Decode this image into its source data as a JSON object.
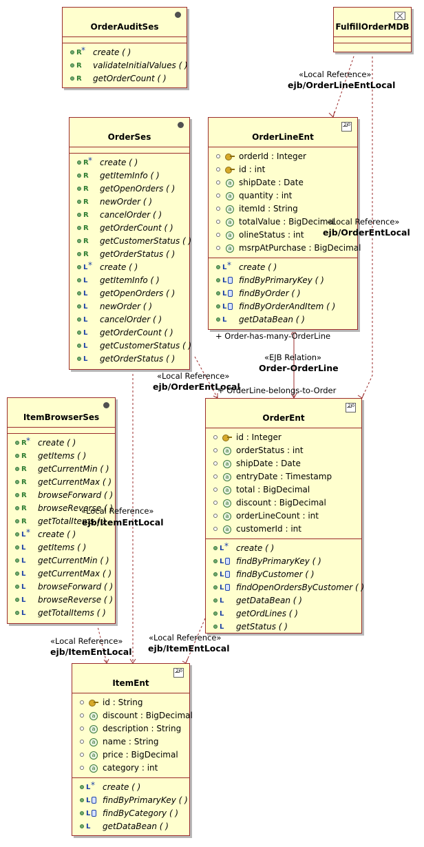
{
  "classes": {
    "order_audit_ses": {
      "name": "OrderAuditSes",
      "methods": [
        "create ( )",
        "validateInitialValues ( )",
        "getOrderCount ( )"
      ]
    },
    "fulfill_order_mdb": {
      "name": "FulfillOrderMDB"
    },
    "order_ses": {
      "name": "OrderSes",
      "methods": [
        "create ( )",
        "getItemInfo ( )",
        "getOpenOrders ( )",
        "newOrder ( )",
        "cancelOrder ( )",
        "getOrderCount ( )",
        "getCustomerStatus ( )",
        "getOrderStatus ( )",
        "create ( )",
        "getItemInfo ( )",
        "getOpenOrders ( )",
        "newOrder ( )",
        "cancelOrder ( )",
        "getOrderCount ( )",
        "getCustomerStatus ( )",
        "getOrderStatus ( )"
      ]
    },
    "order_line_ent": {
      "name": "OrderLineEnt",
      "attributes": [
        "orderId : Integer",
        "id : int",
        "shipDate : Date",
        "quantity : int",
        "itemId : String",
        "totalValue : BigDecimal",
        "olineStatus : int",
        "msrpAtPurchase : BigDecimal"
      ],
      "methods": [
        "create ( )",
        "findByPrimaryKey ( )",
        "findByOrder ( )",
        "findByOrderAndItem ( )",
        "getDataBean ( )"
      ]
    },
    "item_browser_ses": {
      "name": "ItemBrowserSes",
      "methods": [
        "create ( )",
        "getItems ( )",
        "getCurrentMin ( )",
        "getCurrentMax ( )",
        "browseForward ( )",
        "browseReverse ( )",
        "getTotalItems ( )",
        "create ( )",
        "getItems ( )",
        "getCurrentMin ( )",
        "getCurrentMax ( )",
        "browseForward ( )",
        "browseReverse ( )",
        "getTotalItems ( )"
      ]
    },
    "order_ent": {
      "name": "OrderEnt",
      "attributes": [
        "id : Integer",
        "orderStatus : int",
        "shipDate : Date",
        "entryDate : Timestamp",
        "total : BigDecimal",
        "discount : BigDecimal",
        "orderLineCount : int",
        "customerId : int"
      ],
      "methods": [
        "create ( )",
        "findByPrimaryKey ( )",
        "findByCustomer ( )",
        "findOpenOrdersByCustomer ( )",
        "getDataBean ( )",
        "getOrdLines ( )",
        "getStatus ( )"
      ]
    },
    "item_ent": {
      "name": "ItemEnt",
      "attributes": [
        "id : String",
        "discount : BigDecimal",
        "description : String",
        "name : String",
        "price : BigDecimal",
        "category : int"
      ],
      "methods": [
        "create ( )",
        "findByPrimaryKey ( )",
        "findByCategory ( )",
        "getDataBean ( )"
      ]
    }
  },
  "labels": {
    "local_reference": "«Local Reference»",
    "ejb_order_line_ent_local": "ejb/OrderLineEntLocal",
    "ejb_order_ent_local_right": "ejb/OrderEntLocal",
    "ejb_order_ent_local_mid": "ejb/OrderEntLocal",
    "ejb_item_ent_local_browser": "ejb/ItemEntLocal",
    "ejb_item_ent_local_left": "ejb/ItemEntLocal",
    "ejb_item_ent_local_mid": "ejb/ItemEntLocal",
    "ejb_relation": "«EJB Relation»",
    "order_orderline": "Order-OrderLine",
    "order_has_many": "+ Order-has-many-OrderLine",
    "orderline_belongs": "+ OrderLine-belongs-to-Order"
  },
  "colors": {
    "class_fill": "#ffffce",
    "class_border": "#9a2a2a",
    "connector": "#9a2a2a"
  }
}
